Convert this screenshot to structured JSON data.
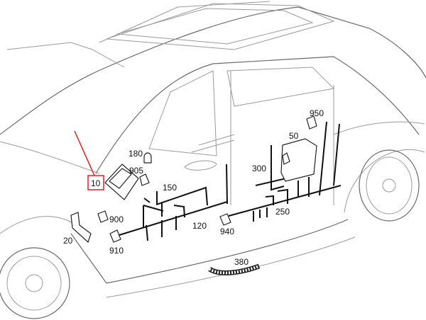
{
  "diagram": {
    "highlighted_label": "10",
    "highlight_color": "#e02020",
    "labels": {
      "p10": "10",
      "p20": "20",
      "p50": "50",
      "p120": "120",
      "p150": "150",
      "p180": "180",
      "p250": "250",
      "p300": "300",
      "p380": "380",
      "p900": "900",
      "p905": "905",
      "p910": "910",
      "p940": "940",
      "p950": "950"
    }
  }
}
